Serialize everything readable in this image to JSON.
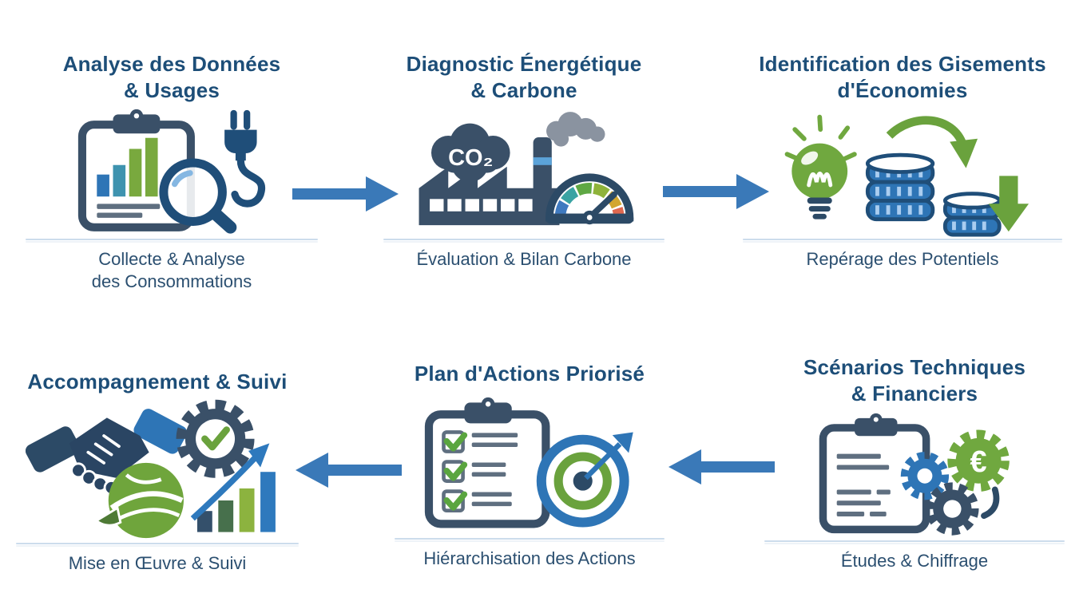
{
  "diagram": {
    "type": "process-flow",
    "language": "fr",
    "rows": 2,
    "columns": 3,
    "flow": {
      "arrows": [
        "right",
        "right",
        "left",
        "left"
      ],
      "reading_order": "top row left-to-right, bottom row right-to-left"
    }
  },
  "colors": {
    "background": "#ffffff",
    "title_navy": "#1d4e78",
    "caption_navy": "#2b4f70",
    "arrow_blue": "#3a79b8",
    "divider_light_blue": "#ccdcec",
    "icon_slate": "#3a5068",
    "icon_navy": "#1f4e79",
    "icon_blue": "#2e75b6",
    "icon_teal": "#3aa3a3",
    "icon_green": "#70a83f",
    "icon_dark_green": "#4e7a35",
    "icon_gold": "#d2a62f",
    "icon_red_orange": "#e0684f",
    "icon_smoke_gray": "#8a93a0"
  },
  "icon_labels": {
    "co2": "CO₂",
    "euro": "€"
  },
  "steps": [
    {
      "id": "analyse-donnees",
      "title1": "Analyse des Données",
      "title2": "& Usages",
      "caption1": "Collecte & Analyse",
      "caption2": "des Consommations",
      "icons": [
        "clipboard-bar-chart-icon",
        "magnifier-icon",
        "power-plug-icon"
      ]
    },
    {
      "id": "diagnostic-energetique",
      "title1": "Diagnostic Énergétique",
      "title2": "& Carbone",
      "caption1": "Évaluation & Bilan Carbone",
      "icons": [
        "co2-cloud-icon",
        "smoke-icon",
        "factory-icon",
        "gauge-icon"
      ]
    },
    {
      "id": "identification-gisements",
      "title1": "Identification des Gisements",
      "title2": "d'Économies",
      "caption1": "Repérage des Potentiels",
      "icons": [
        "lightbulb-icon",
        "coin-stack-large-icon",
        "coin-stack-small-icon",
        "curved-down-arrow-icon",
        "down-arrow-icon"
      ]
    },
    {
      "id": "scenarios-techniques",
      "title1": "Scénarios Techniques",
      "title2": "& Financiers",
      "caption1": "Études & Chiffrage",
      "icons": [
        "clipboard-notes-icon",
        "gear-blue-icon",
        "gear-dark-icon",
        "gear-euro-icon"
      ]
    },
    {
      "id": "plan-actions",
      "title1": "Plan d'Actions Priorisé",
      "caption1": "Hiérarchisation des Actions",
      "icons": [
        "checklist-clipboard-icon",
        "target-dart-icon"
      ]
    },
    {
      "id": "accompagnement-suivi",
      "title1": "Accompagnement & Suivi",
      "caption1": "Mise en Œuvre & Suivi",
      "icons": [
        "handshake-icon",
        "gear-check-icon",
        "leaf-globe-icon",
        "growth-chart-icon"
      ]
    }
  ]
}
